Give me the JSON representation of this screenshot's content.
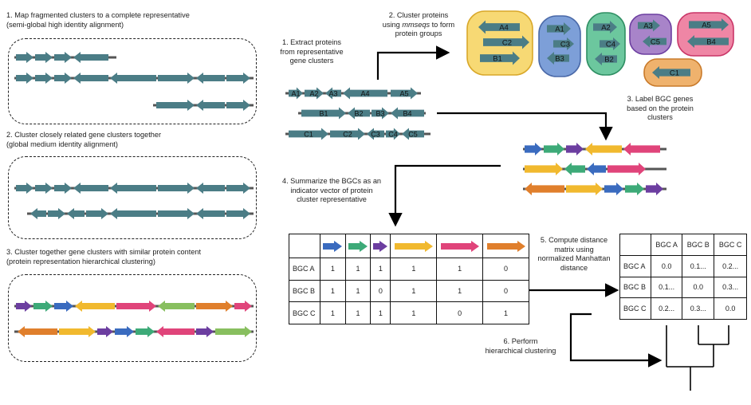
{
  "colors": {
    "gene": "#4b7d86",
    "blue": "#3a6bbf",
    "green": "#3daa78",
    "purple": "#6c3ea0",
    "yellow": "#f1b92e",
    "pink": "#e0447a",
    "orange": "#e07f2c",
    "lightgreen": "#88bf5f",
    "group_yellow": "#f7d974",
    "group_blue": "#7d9fd8",
    "group_green": "#6cc79e",
    "group_purple": "#a884c9",
    "group_pink": "#ef86a5",
    "group_orange": "#efb26d"
  },
  "left": {
    "step1_title": "1. Map fragmented clusters to a complete representative",
    "step1_sub": "(semi-global high identity alignment)",
    "step2_title": "2. Cluster closely related gene clusters together",
    "step2_sub": "(global medium identity alignment)",
    "step3_title": "3. Cluster together gene clusters with similar protein content",
    "step3_sub": "(protein representation hierarchical clustering)"
  },
  "flow": {
    "extract_line1": "1. Extract proteins",
    "extract_line2": "from representative",
    "extract_line3": "gene clusters",
    "cluster_line1": "2. Cluster proteins",
    "cluster_line2_pre": "using ",
    "cluster_line2_tool": "mmseqs",
    "cluster_line2_post": " to form",
    "cluster_line3": "protein groups",
    "label_line1": "3. Label BGC genes",
    "label_line2": "based on the protein",
    "label_line3": "clusters",
    "summarize_line1": "4. Summarize the BGCs as an",
    "summarize_line2": "indicator vector of protein",
    "summarize_line3": "cluster representative",
    "distance_line1": "5. Compute distance",
    "distance_line2": "matrix using",
    "distance_line3": "normalized Manhattan",
    "distance_line4": "distance",
    "hier_line1": "6. Perform",
    "hier_line2": "hierarchical clustering"
  },
  "gene_labels": {
    "row1": [
      "A1",
      "A2",
      "A3",
      "A4",
      "A5"
    ],
    "row2": [
      "B1",
      "B2",
      "B3",
      "B4"
    ],
    "row3": [
      "C1",
      "C2",
      "C3",
      "C4",
      "C5"
    ]
  },
  "groups": {
    "g1": [
      "A4",
      "C2",
      "B1"
    ],
    "g2": [
      "A1",
      "C3",
      "B3"
    ],
    "g3": [
      "A2",
      "C4",
      "B2"
    ],
    "g4": [
      "A3",
      "C5"
    ],
    "g5": [
      "A5",
      "B4"
    ],
    "g6": [
      "C1"
    ]
  },
  "indicator_table": {
    "rows": [
      {
        "label": "BGC A",
        "values": [
          "1",
          "1",
          "1",
          "1",
          "1",
          "0"
        ]
      },
      {
        "label": "BGC B",
        "values": [
          "1",
          "1",
          "0",
          "1",
          "1",
          "0"
        ]
      },
      {
        "label": "BGC C",
        "values": [
          "1",
          "1",
          "1",
          "1",
          "0",
          "1"
        ]
      }
    ]
  },
  "distance_table": {
    "headers": [
      "BGC A",
      "BGC B",
      "BGC C"
    ],
    "rows": [
      {
        "label": "BGC A",
        "values": [
          "0.0",
          "0.1...",
          "0.2..."
        ]
      },
      {
        "label": "BGC B",
        "values": [
          "0.1...",
          "0.0",
          "0.3..."
        ]
      },
      {
        "label": "BGC C",
        "values": [
          "0.2...",
          "0.3...",
          "0.0"
        ]
      }
    ]
  }
}
